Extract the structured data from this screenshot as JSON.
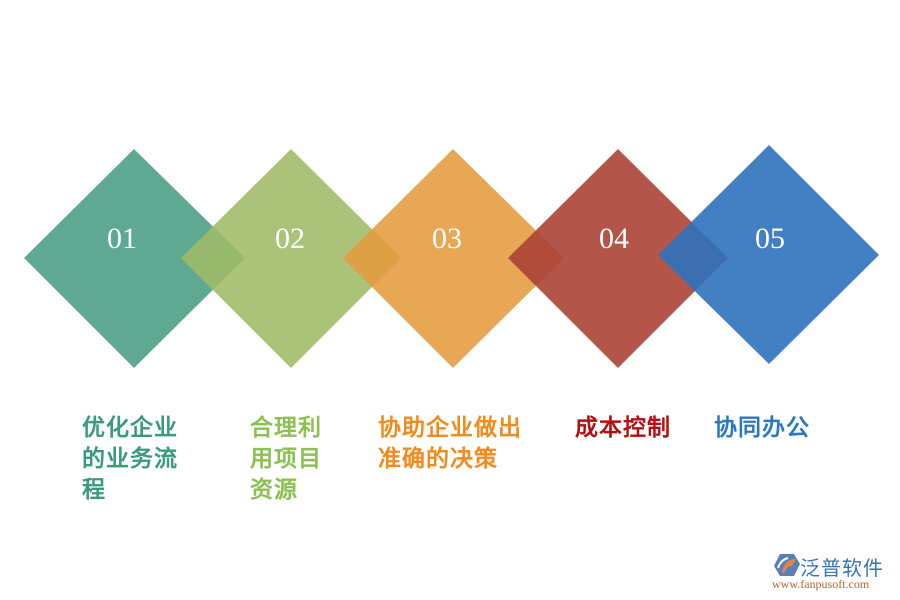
{
  "diagram": {
    "type": "overlapping-diamond-steps",
    "steps": [
      {
        "number": "01",
        "label_lines": [
          "优化企业",
          "的业务流",
          "程"
        ],
        "fill": "#4e9f85",
        "label_color": "#3a9a7c"
      },
      {
        "number": "02",
        "label_lines": [
          "合理利",
          "用项目",
          "资源"
        ],
        "fill": "#9fbb66",
        "label_color": "#8cc152"
      },
      {
        "number": "03",
        "label_lines": [
          "协助企业做出",
          "准确的决策"
        ],
        "fill": "#e59b3d",
        "label_color": "#f28a1e"
      },
      {
        "number": "04",
        "label_lines": [
          "成本控制"
        ],
        "fill": "#ab4235",
        "label_color": "#b31111"
      },
      {
        "number": "05",
        "label_lines": [
          "协同办公"
        ],
        "fill": "#2f72bc",
        "label_color": "#2a78c2"
      }
    ]
  },
  "logo": {
    "name": "泛普软件",
    "url": "www.fanpusoft.com"
  }
}
